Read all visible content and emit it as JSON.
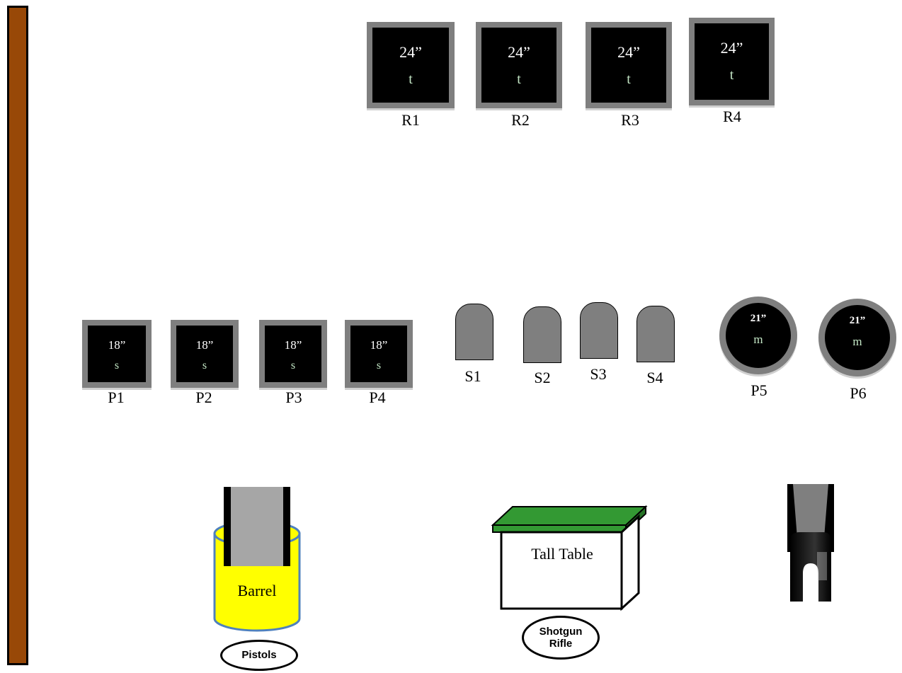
{
  "rifle_targets": [
    {
      "name": "R1",
      "size": "24”",
      "code": "t"
    },
    {
      "name": "R2",
      "size": "24”",
      "code": "t"
    },
    {
      "name": "R3",
      "size": "24”",
      "code": "t"
    },
    {
      "name": "R4",
      "size": "24”",
      "code": "t"
    }
  ],
  "pistol_targets": [
    {
      "name": "P1",
      "size": "18”",
      "code": "s"
    },
    {
      "name": "P2",
      "size": "18”",
      "code": "s"
    },
    {
      "name": "P3",
      "size": "18”",
      "code": "s"
    },
    {
      "name": "P4",
      "size": "18”",
      "code": "s"
    }
  ],
  "shotgun_targets": [
    {
      "name": "S1"
    },
    {
      "name": "S2"
    },
    {
      "name": "S3"
    },
    {
      "name": "S4"
    }
  ],
  "round_targets": [
    {
      "name": "P5",
      "size": "21”",
      "code": "m"
    },
    {
      "name": "P6",
      "size": "21”",
      "code": "m"
    }
  ],
  "props": {
    "barrel_label": "Barrel",
    "barrel_tag": "Pistols",
    "table_label": "Tall Table",
    "table_tag_line1": "Shotgun",
    "table_tag_line2": "Rifle"
  },
  "colors": {
    "berm": "#984807",
    "target_frame": "#7f7f7f",
    "target_face": "#000000",
    "code_text": "#c3e6c5",
    "barrel_fill": "#ffff00",
    "barrel_outline": "#4f81bd",
    "table_top": "#339933"
  }
}
